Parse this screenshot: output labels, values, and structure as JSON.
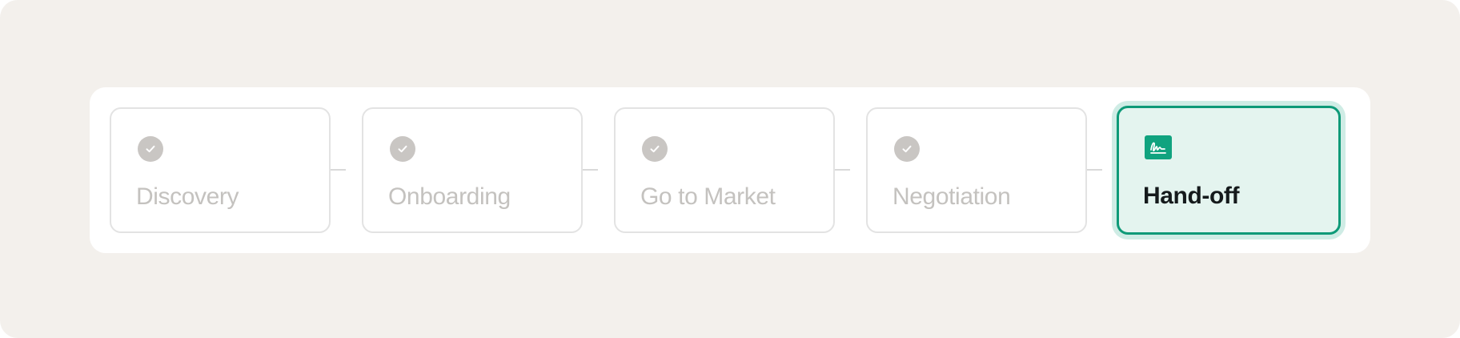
{
  "stepper": {
    "steps": [
      {
        "label": "Discovery",
        "status": "completed",
        "icon": "check-icon"
      },
      {
        "label": "Onboarding",
        "status": "completed",
        "icon": "check-icon"
      },
      {
        "label": "Go to Market",
        "status": "completed",
        "icon": "check-icon"
      },
      {
        "label": "Negotiation",
        "status": "completed",
        "icon": "check-icon"
      },
      {
        "label": "Hand-off",
        "status": "active",
        "icon": "signature-icon"
      }
    ]
  },
  "colors": {
    "background": "#f3f0ec",
    "panel": "#ffffff",
    "completed_icon": "#c9c6c3",
    "completed_text": "#c4c2bf",
    "active_accent": "#10a37f",
    "active_fill": "#e4f4ef",
    "active_text": "#151a1c"
  }
}
